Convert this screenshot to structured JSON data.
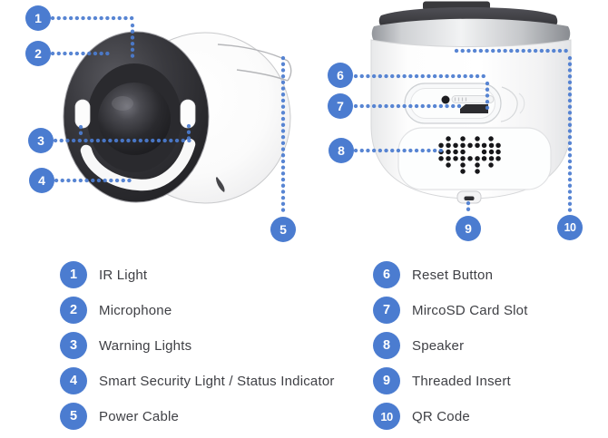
{
  "colors": {
    "accent": "#4b7cd0",
    "text": "#3f4045",
    "background": "#ffffff"
  },
  "parts": [
    {
      "num": "1",
      "label": "IR Light"
    },
    {
      "num": "2",
      "label": "Microphone"
    },
    {
      "num": "3",
      "label": "Warning Lights"
    },
    {
      "num": "4",
      "label": "Smart Security Light / Status Indicator"
    },
    {
      "num": "5",
      "label": "Power Cable"
    },
    {
      "num": "6",
      "label": "Reset Button"
    },
    {
      "num": "7",
      "label": "MircoSD Card Slot"
    },
    {
      "num": "8",
      "label": "Speaker"
    },
    {
      "num": "9",
      "label": "Threaded Insert"
    },
    {
      "num": "10",
      "label": "QR Code"
    }
  ]
}
